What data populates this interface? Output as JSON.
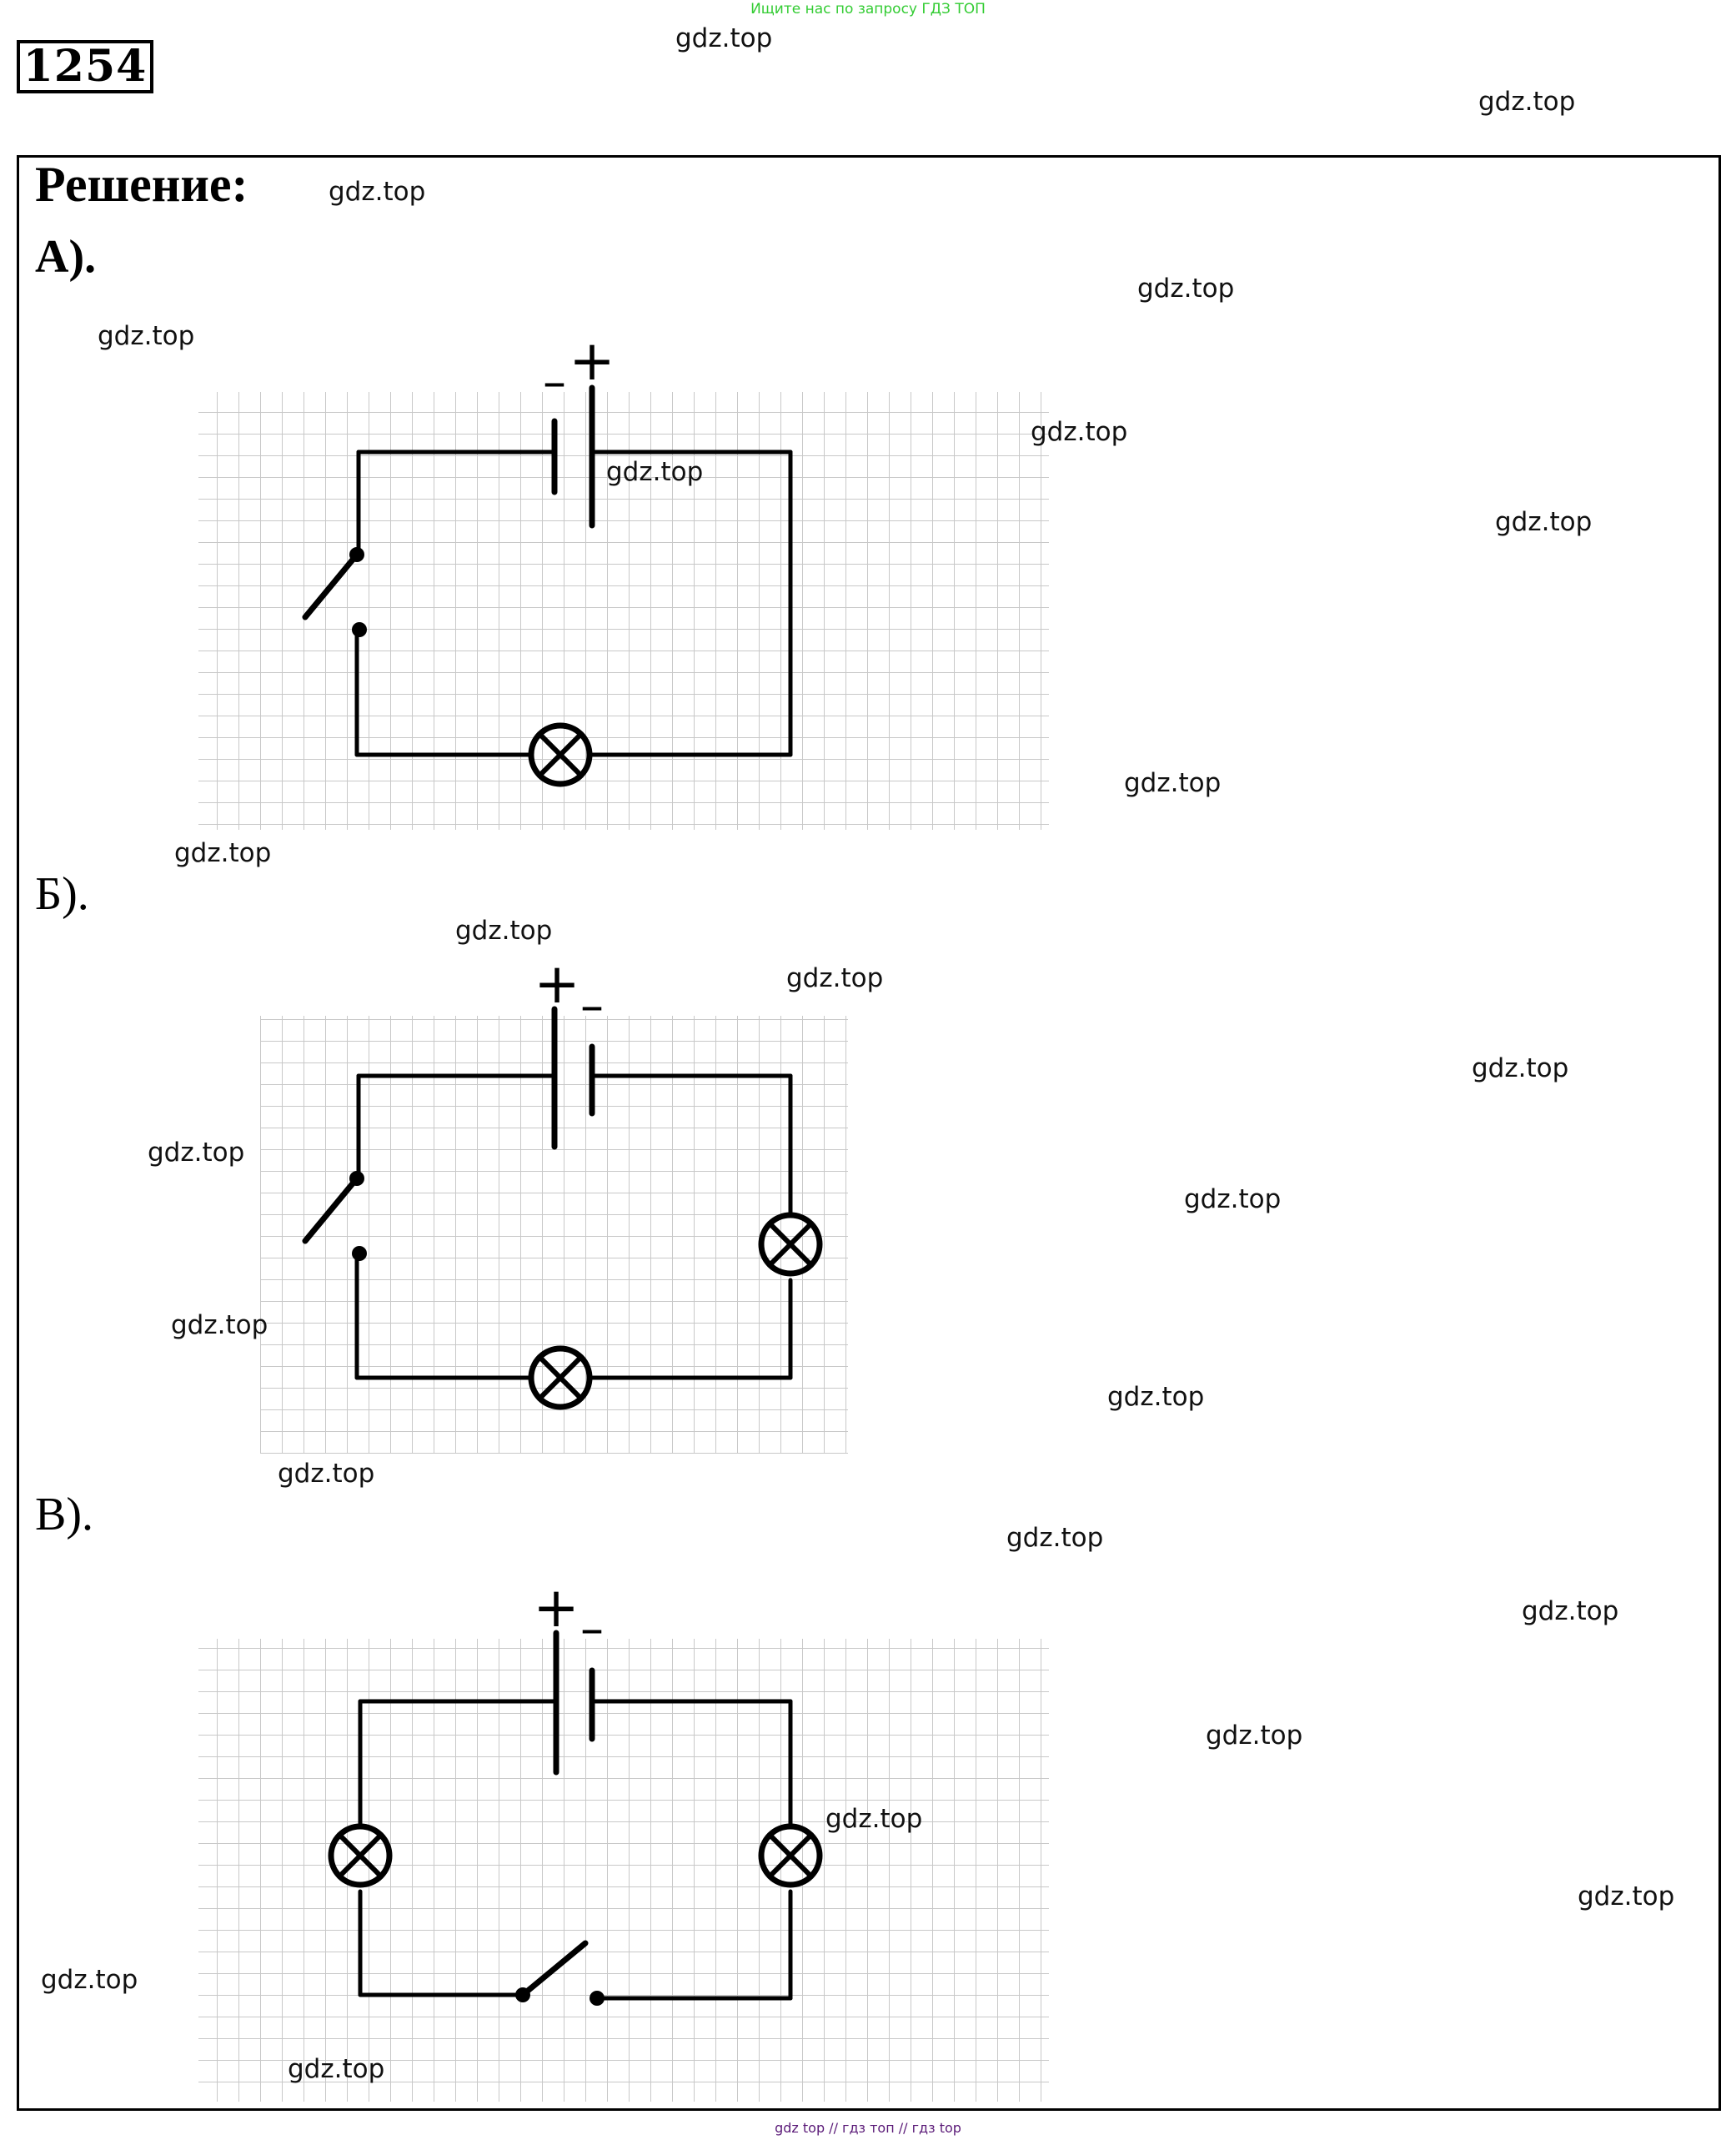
{
  "banner": "Ищите нас по запросу ГДЗ ТОП",
  "problem_number": "1254",
  "heading": "Решение:",
  "parts": {
    "a": {
      "label": "А).",
      "terminal_left": "–",
      "terminal_right": "+"
    },
    "b": {
      "label": "Б).",
      "terminal_left": "+",
      "terminal_right": "–"
    },
    "c": {
      "label": "В).",
      "terminal_left": "+",
      "terminal_right": "–"
    }
  },
  "watermark_text": "gdz.top",
  "footer": "gdz top  //  гдз топ  //  гдз top",
  "colors": {
    "banner": "#33cc33",
    "footer": "#5a1a78",
    "grid": "#c8c8c8",
    "wire": "#000000"
  }
}
